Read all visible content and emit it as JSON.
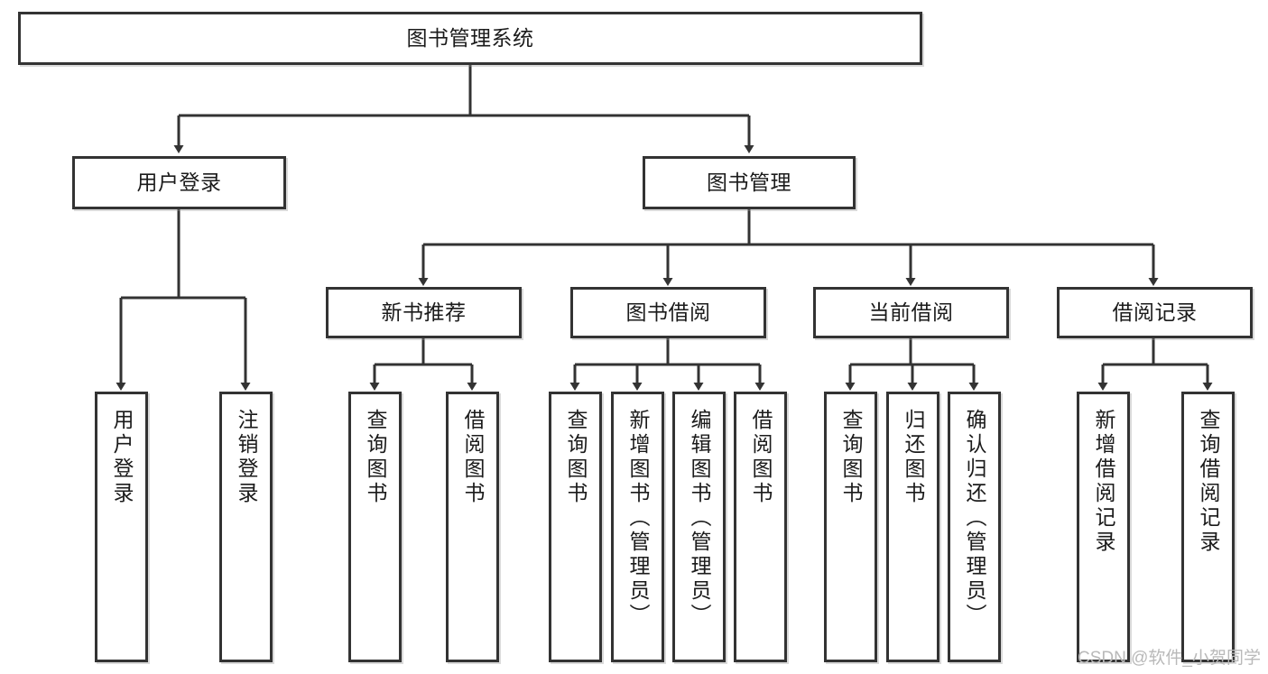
{
  "diagram": {
    "type": "tree-hierarchy",
    "root": {
      "id": "root",
      "label": "图书管理系统"
    },
    "level2": [
      {
        "id": "user-login",
        "label": "用户登录"
      },
      {
        "id": "book-manage",
        "label": "图书管理"
      }
    ],
    "level3": [
      {
        "id": "new-book-recommend",
        "label": "新书推荐",
        "parent": "book-manage"
      },
      {
        "id": "book-borrow",
        "label": "图书借阅",
        "parent": "book-manage"
      },
      {
        "id": "current-borrow",
        "label": "当前借阅",
        "parent": "book-manage"
      },
      {
        "id": "borrow-record",
        "label": "借阅记录",
        "parent": "book-manage"
      }
    ],
    "leaves": [
      {
        "id": "leaf-user-login",
        "label": "用户登录",
        "parent": "user-login"
      },
      {
        "id": "leaf-logout-login",
        "label": "注销登录",
        "parent": "user-login"
      },
      {
        "id": "leaf-query-book-1",
        "label": "查询图书",
        "parent": "new-book-recommend"
      },
      {
        "id": "leaf-borrow-book-1",
        "label": "借阅图书",
        "parent": "new-book-recommend"
      },
      {
        "id": "leaf-query-book-2",
        "label": "查询图书",
        "parent": "book-borrow"
      },
      {
        "id": "leaf-add-book",
        "label": "新增图书（管理员）",
        "parent": "book-borrow"
      },
      {
        "id": "leaf-edit-book",
        "label": "编辑图书（管理员）",
        "parent": "book-borrow"
      },
      {
        "id": "leaf-borrow-book-2",
        "label": "借阅图书",
        "parent": "book-borrow"
      },
      {
        "id": "leaf-query-book-3",
        "label": "查询图书",
        "parent": "current-borrow"
      },
      {
        "id": "leaf-return-book",
        "label": "归还图书",
        "parent": "current-borrow"
      },
      {
        "id": "leaf-confirm-return",
        "label": "确认归还（管理员）",
        "parent": "current-borrow"
      },
      {
        "id": "leaf-add-record",
        "label": "新增借阅记录",
        "parent": "borrow-record"
      },
      {
        "id": "leaf-query-record",
        "label": "查询借阅记录",
        "parent": "borrow-record"
      }
    ],
    "colors": {
      "stroke": "#333333",
      "fill": "#ffffff",
      "text": "#1b1b1b",
      "watermark": "#b9b9b9"
    }
  },
  "watermark": {
    "text": "CSDN @软件_小贺同学"
  }
}
